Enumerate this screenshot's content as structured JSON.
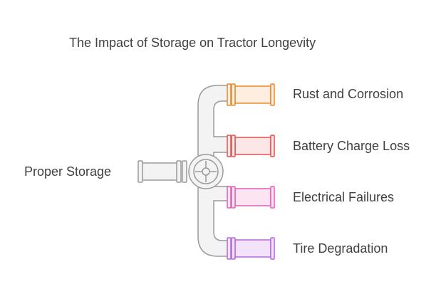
{
  "title": "The Impact of Storage on Tractor Longevity",
  "input": {
    "label": "Proper Storage"
  },
  "outputs": [
    {
      "label": "Rust and Corrosion",
      "color": "#E8892B",
      "fill": "#FDEEDF"
    },
    {
      "label": "Battery Charge Loss",
      "color": "#E05252",
      "fill": "#FDE6E6"
    },
    {
      "label": "Electrical Failures",
      "color": "#E05FB4",
      "fill": "#FCE4F3"
    },
    {
      "label": "Tire Degradation",
      "color": "#B467E0",
      "fill": "#F2E3FB"
    }
  ],
  "pipe_colors": {
    "stroke": "#9a9a9a",
    "body": "#f3f3f3"
  }
}
